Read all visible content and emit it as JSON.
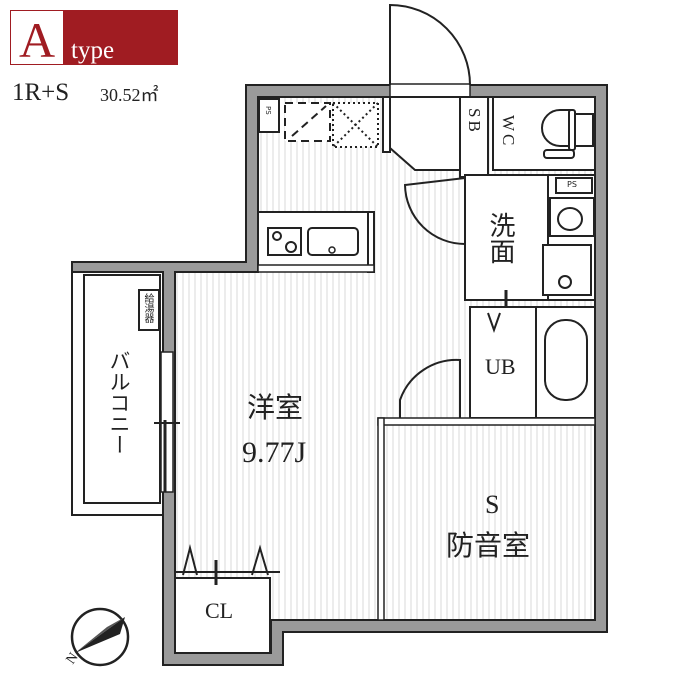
{
  "header": {
    "type_letter": "A",
    "type_word": "type",
    "layout": "1R+S",
    "area": "30.52㎡",
    "accent_color": "#a01c22"
  },
  "rooms": {
    "western_room": "洋室",
    "western_room_size": "9.77J",
    "s_room_letter": "S",
    "s_room_name": "防音室",
    "unit_bath": "UB",
    "washroom": "洗面",
    "closet": "CL",
    "shoe_box": "SB",
    "toilet": "WC",
    "balcony": "バルコニー",
    "water_heater": "給湯器",
    "pipe_space": "PS"
  },
  "compass": {
    "north_label": "N",
    "icon": "north-arrow-icon"
  }
}
